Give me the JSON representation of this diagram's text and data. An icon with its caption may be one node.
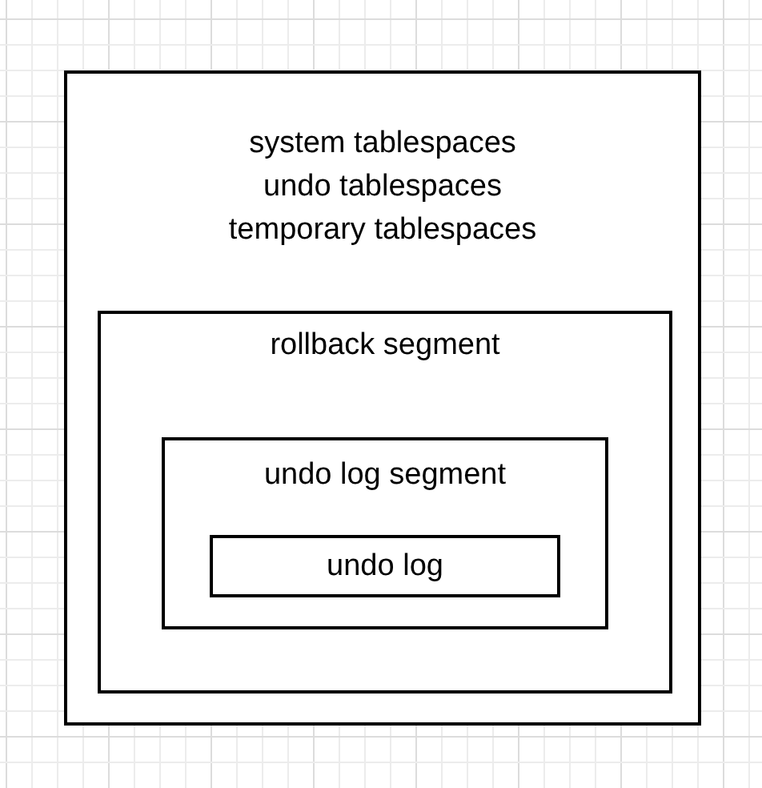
{
  "diagram": {
    "nodes": [
      {
        "text": [
          "system tablespaces",
          "undo tablespaces",
          "temporary tablespaces"
        ]
      },
      {
        "text": [
          "rollback segment"
        ],
        "in": 0
      },
      {
        "text": [
          "undo log segment"
        ],
        "in": 1
      },
      {
        "text": [
          "undo log"
        ],
        "in": 2
      }
    ]
  }
}
